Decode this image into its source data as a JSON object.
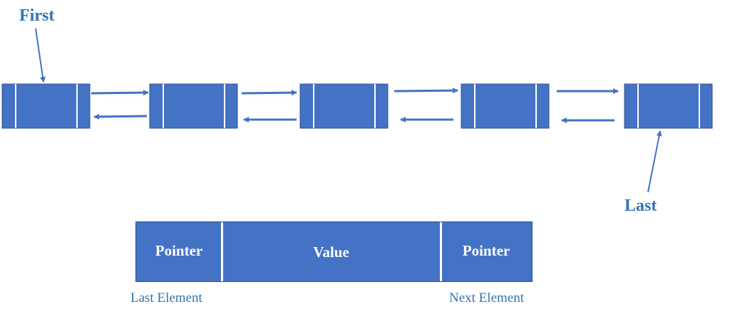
{
  "head_label": "First",
  "tail_label": "Last",
  "node_count": 5,
  "colors": {
    "node_fill": "#4472C4",
    "node_border": "#2F528F",
    "arrow": "#4472C4",
    "label": "#2E75B6"
  },
  "legend": {
    "prev_pointer": "Pointer",
    "value": "Value",
    "next_pointer": "Pointer",
    "prev_caption": "Last Element",
    "next_caption": "Next Element"
  }
}
